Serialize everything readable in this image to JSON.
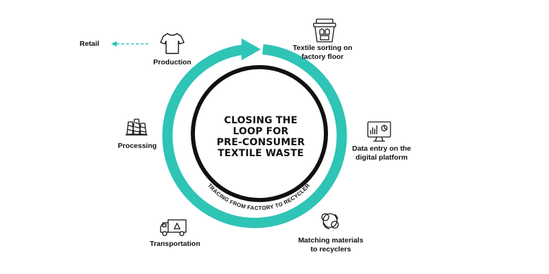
{
  "center_title_lines": [
    "CLOSING THE",
    "LOOP FOR",
    "PRE-CONSUMER",
    "TEXTILE WASTE"
  ],
  "arc_caption": "TRACING FROM FACTORY TO RECYCLER",
  "colors": {
    "accent": "#2ec4b6",
    "ink": "#111111"
  },
  "steps": [
    {
      "icon": "bin-icon",
      "label_lines": [
        "Textile sorting on",
        "factory floor"
      ]
    },
    {
      "icon": "monitor-icon",
      "label_lines": [
        "Data entry on the",
        "digital platform"
      ]
    },
    {
      "icon": "recycle-materials-icon",
      "label_lines": [
        "Matching materials",
        "to recyclers"
      ]
    },
    {
      "icon": "truck-icon",
      "label_lines": [
        "Transportation"
      ]
    },
    {
      "icon": "yarn-spools-icon",
      "label_lines": [
        "Processing"
      ]
    },
    {
      "icon": "tshirt-icon",
      "label_lines": [
        "Production"
      ]
    }
  ],
  "retail": {
    "label": "Retail",
    "icon": "dashed-arrow-icon"
  }
}
